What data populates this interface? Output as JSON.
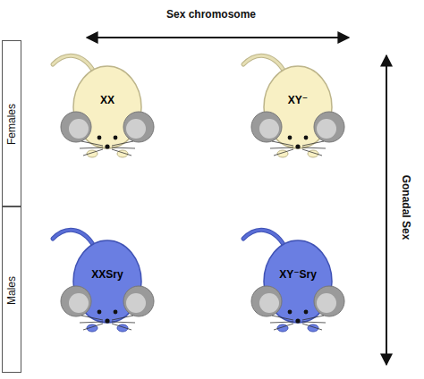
{
  "diagram": {
    "nodes": [
      {
        "text": [
          "Females"
        ]
      },
      {
        "text": [
          "XX"
        ]
      },
      {
        "text": [
          "XY⁻"
        ]
      },
      {
        "text": [
          "Males"
        ]
      },
      {
        "text": [
          "XXSry"
        ]
      },
      {
        "text": [
          "XY⁻Sry"
        ]
      }
    ],
    "labels": [
      "Sex chromosome",
      "Gonadal Sex"
    ]
  }
}
